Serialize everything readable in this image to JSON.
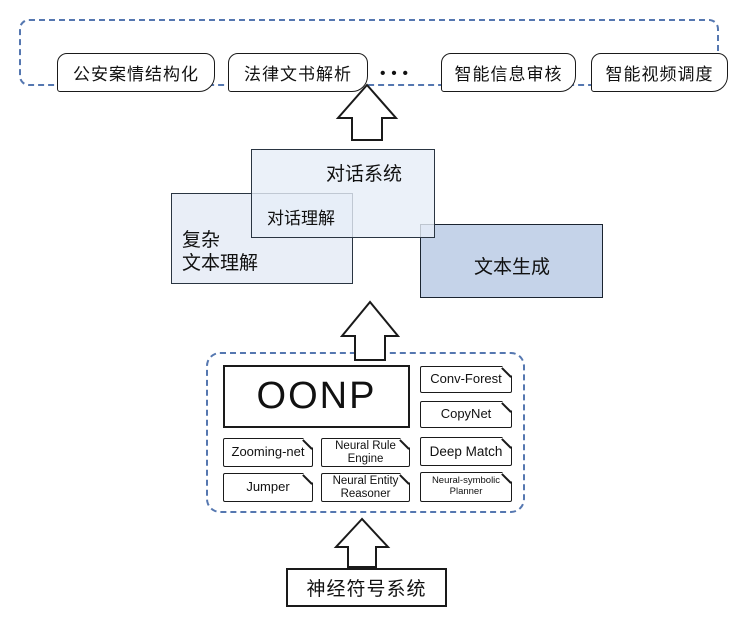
{
  "apps": {
    "items": [
      {
        "label": "公安案情结构化"
      },
      {
        "label": "法律文书解析"
      },
      {
        "label": "智能信息审核"
      },
      {
        "label": "智能视频调度"
      }
    ],
    "ellipsis": "•••"
  },
  "capabilities": {
    "dialogue_system": "对话系统",
    "dialogue_understanding": "对话理解",
    "complex_text_understanding": "复杂\n文本理解",
    "text_generation": "文本生成"
  },
  "engine": {
    "oonp": "OONP",
    "conv_forest": "Conv-Forest",
    "copynet": "CopyNet",
    "zooming_net": "Zooming-net",
    "neural_rule_engine": "Neural Rule Engine",
    "deep_match": "Deep Match",
    "jumper": "Jumper",
    "neural_entity_reasoner": "Neural Entity Reasoner",
    "neural_symbolic_planner": "Neural-symbolic Planner"
  },
  "foundation": {
    "label": "神经符号系统"
  },
  "colors": {
    "dashed_border": "#5577b0",
    "box_border": "#1a1a1a",
    "light_fill": "#e9eef7",
    "medium_fill": "#c5d3e9",
    "overlay_fill": "rgba(230,237,248,0.8)",
    "text_color": "#111111"
  }
}
